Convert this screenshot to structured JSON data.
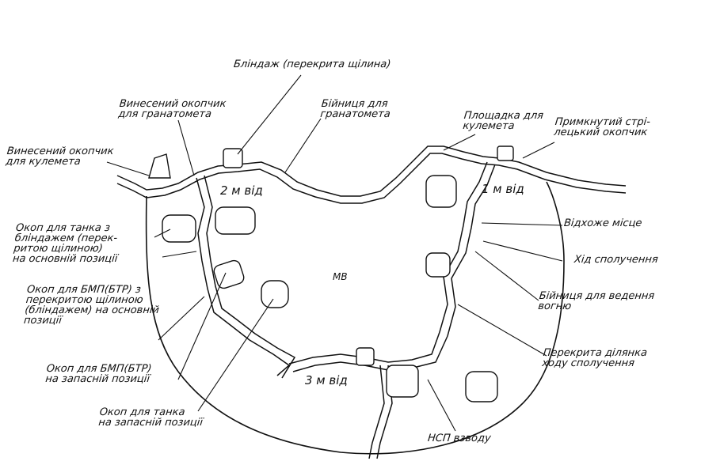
{
  "labels": {
    "blindazh": [
      "Бліндаж (перекрита щілина)"
    ],
    "okopchyk_granatomet": [
      "Винесений окопчик",
      "для гранатомета"
    ],
    "biinytsia_granatomet": [
      "Бійниця для",
      "гранатомета"
    ],
    "okopchyk_kulemet": [
      "Винесений окопчик",
      "для кулемета"
    ],
    "ploshchadka_kulemet": [
      "Площадка для",
      "кулемета"
    ],
    "prymknutyi": [
      "Примкнутий стрі-",
      "лецький окопчик"
    ],
    "tank_main": [
      "Окоп для танка з",
      "бліндажем (перек-",
      "ритою щілиною)",
      "на основній позиції"
    ],
    "bmp_main": [
      "Окоп для БМП(БТР) з",
      "перекритою щілиною",
      "(бліндажем) на основній",
      "позиції"
    ],
    "bmp_reserve": [
      "Окоп для БМП(БТР)",
      "на запасній позиції"
    ],
    "tank_reserve": [
      "Окоп для танка",
      "на запасній позиції"
    ],
    "vidkhozhe": [
      "Відхоже місце"
    ],
    "khid": [
      "Хід сполучення"
    ],
    "biinytsia_vohon": [
      "Бійниця для ведення",
      "вогню"
    ],
    "perekryta": [
      "Перекрита ділянка",
      "ходу сполучення"
    ],
    "nsp": [
      "НСП взводу"
    ]
  },
  "sections": {
    "s2": "2 м від",
    "s1": "1 м від",
    "s3": "3 м від",
    "center": "МВ"
  }
}
